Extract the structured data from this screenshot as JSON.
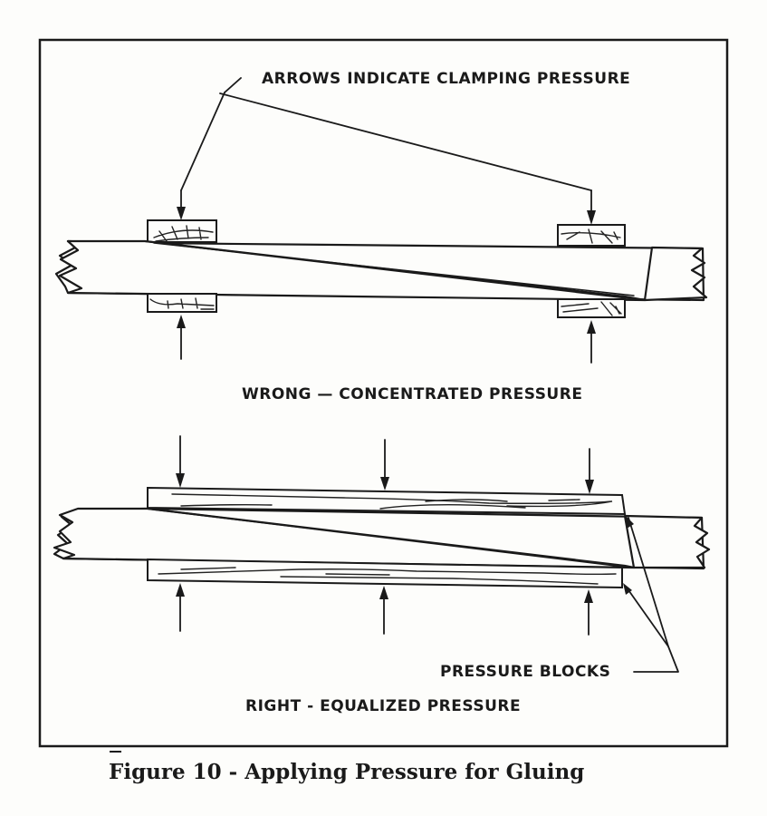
{
  "figure": {
    "caption": "Figure 10 - Applying Pressure for Gluing",
    "ink_color": "#1a1a1a",
    "paper_color": "#fdfdfb"
  },
  "labels": {
    "arrows_note": "ARROWS INDICATE CLAMPING PRESSURE",
    "wrong_title": "WRONG — CONCENTRATED PRESSURE",
    "pressure_blocks": "PRESSURE BLOCKS",
    "right_title": "RIGHT - EQUALIZED PRESSURE"
  },
  "panels": [
    {
      "id": "wrong",
      "clamp_points": 2,
      "pressure_blocks": "small"
    },
    {
      "id": "right",
      "clamp_points": 3,
      "pressure_blocks": "full-length"
    }
  ]
}
